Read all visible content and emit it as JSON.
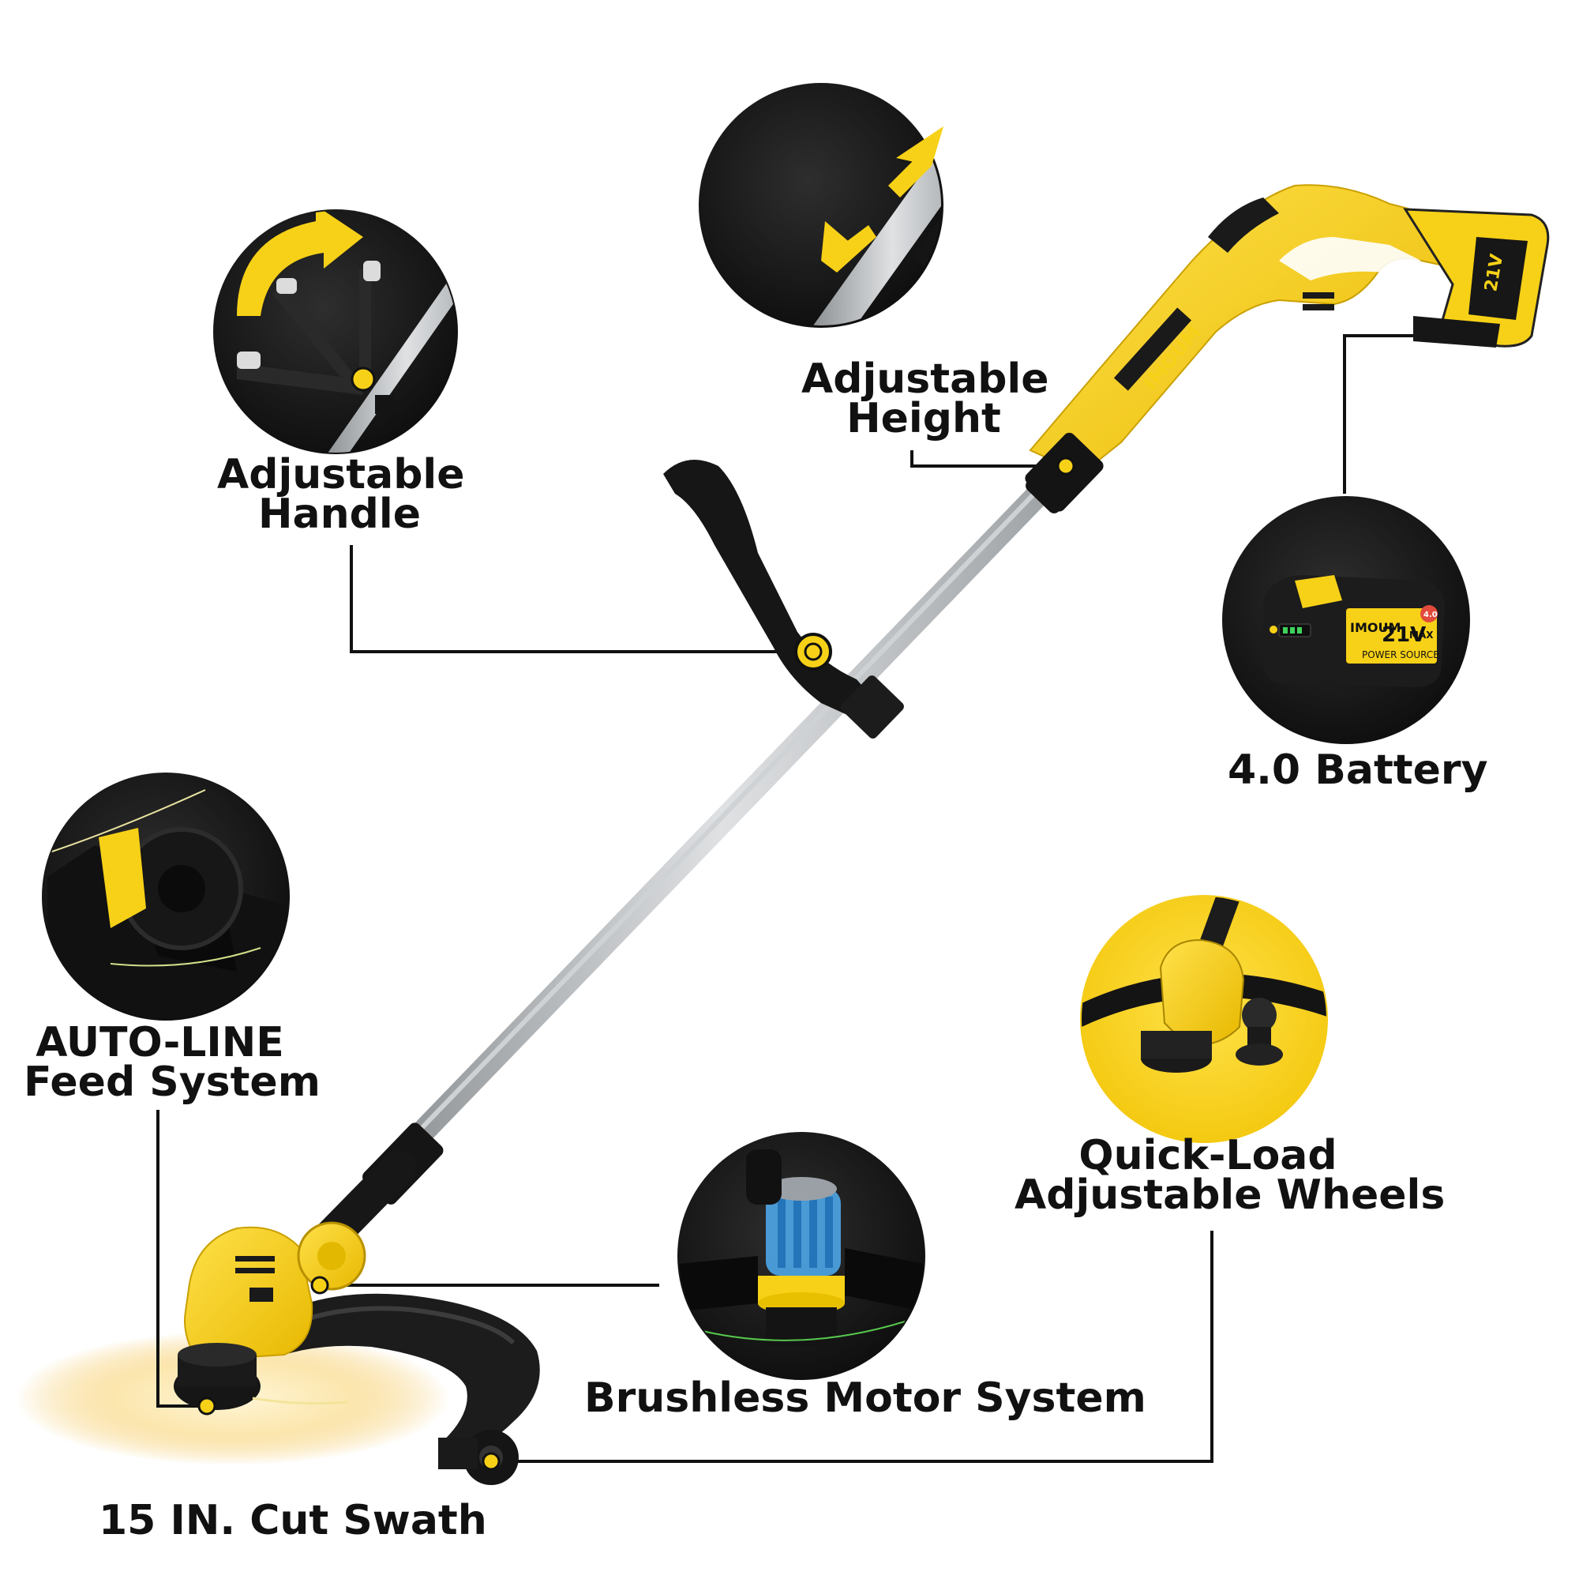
{
  "labels": {
    "adjustable_handle": {
      "line1": "Adjustable",
      "line2": "Handle"
    },
    "adjustable_height": {
      "line1": "Adjustable",
      "line2": "Height"
    },
    "battery": "4.0 Battery",
    "auto_line": {
      "line1": "AUTO-LINE",
      "line2": "Feed System"
    },
    "quick_load": {
      "line1": "Quick-Load",
      "line2": "Adjustable Wheels"
    },
    "brushless": "Brushless Motor System",
    "cut_swath": "15 IN. Cut Swath"
  },
  "product": {
    "brand": "IMOUM",
    "battery_voltage": "21V",
    "battery_voltage_suffix": "MAX",
    "battery_tagline": "POWER SOURCE",
    "battery_capacity": "4.0"
  },
  "colors": {
    "accent": "#f7d117",
    "dark": "#141414",
    "shaft": "#b9bcbf",
    "line": "#111111",
    "glow": "#f4c04a"
  },
  "icons": [
    "curved-arrow-icon",
    "double-arrow-icon",
    "callout-dot-icon"
  ]
}
